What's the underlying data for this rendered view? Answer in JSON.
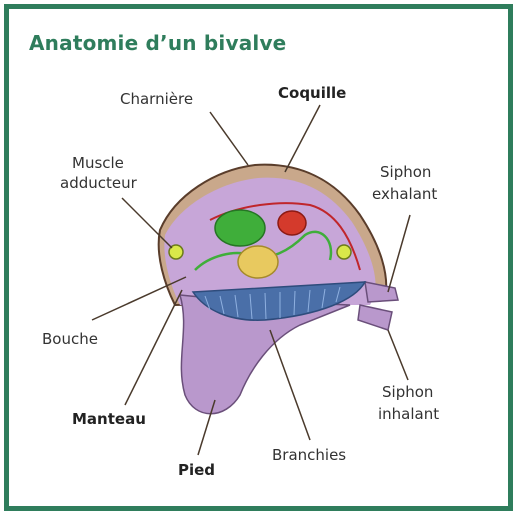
{
  "title": "Anatomie d’un bivalve",
  "labels": {
    "charniere": "Charnière",
    "coquille": "Coquille",
    "muscle_line1": "Muscle",
    "muscle_line2": "adducteur",
    "siphon_exh_line1": "Siphon",
    "siphon_exh_line2": "exhalant",
    "bouche": "Bouche",
    "manteau": "Manteau",
    "siphon_inh_line1": "Siphon",
    "siphon_inh_line2": "inhalant",
    "branchies": "Branchies",
    "pied": "Pied"
  },
  "colors": {
    "frame": "#2f7d5c",
    "shell_fill": "#c9a88b",
    "shell_edge": "#5a3d2b",
    "body": "#c7a6d8",
    "gills": "#4a6fa8",
    "stomach": "#3fae3a",
    "heart": "#d43a2c",
    "gonad": "#e8c95f",
    "muscle": "#d9e84a",
    "leader_lines": "#4a3a2c"
  }
}
